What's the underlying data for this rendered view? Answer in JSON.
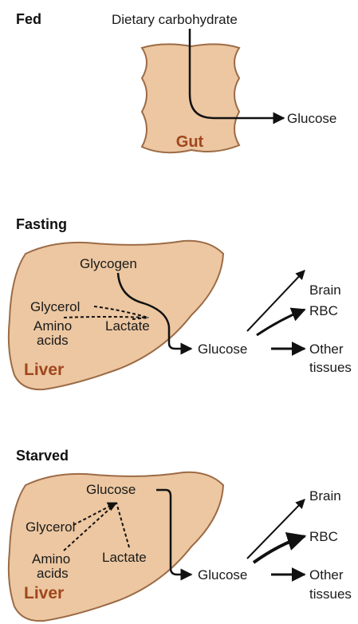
{
  "colors": {
    "organ_fill": "#ecc7a1",
    "organ_stroke": "#9c6b45",
    "organ_label": "#a0461e",
    "arrow": "#111111"
  },
  "fed": {
    "heading": "Fed",
    "source": "Dietary carbohydrate",
    "organ": "Gut",
    "product": "Glucose"
  },
  "fasting": {
    "heading": "Fasting",
    "organ": "Liver",
    "glycogen": "Glycogen",
    "glycerol": "Glycerol",
    "amino_line1": "Amino",
    "amino_line2": "acids",
    "lactate": "Lactate",
    "glucose": "Glucose",
    "brain": "Brain",
    "rbc": "RBC",
    "other_line1": "Other",
    "other_line2": "tissues"
  },
  "starved": {
    "heading": "Starved",
    "organ": "Liver",
    "glucose_internal": "Glucose",
    "glycerol": "Glycerol",
    "amino_line1": "Amino",
    "amino_line2": "acids",
    "lactate": "Lactate",
    "glucose": "Glucose",
    "brain": "Brain",
    "rbc": "RBC",
    "other_line1": "Other",
    "other_line2": "tissues"
  }
}
